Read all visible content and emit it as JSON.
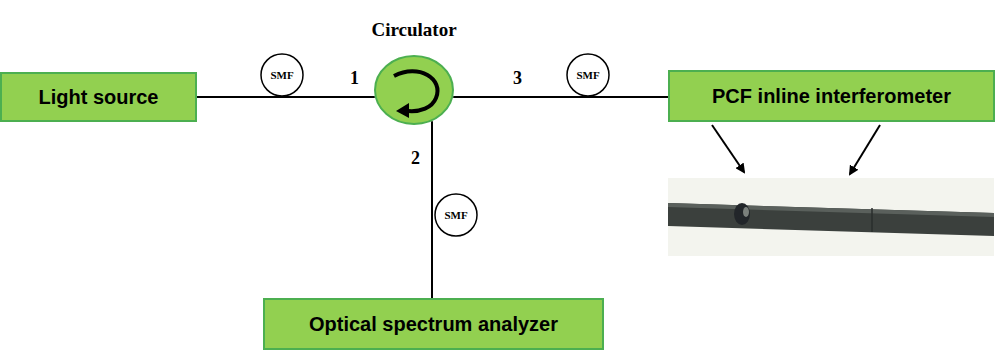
{
  "diagram": {
    "nodes": [
      {
        "text": [
          "Light source"
        ]
      },
      {
        "text": [
          "SMF"
        ]
      },
      {
        "text": [
          "Circulator"
        ]
      },
      {
        "text": [
          "SMF"
        ]
      },
      {
        "text": [
          "PCF inline interferometer"
        ]
      },
      {
        "text": [
          "SMF"
        ]
      },
      {
        "text": [
          "Optical spectrum analyzer"
        ]
      }
    ],
    "edges": [
      {
        "from": 0,
        "to": 2,
        "arrow": "none"
      },
      {
        "from": 2,
        "to": 4,
        "arrow": "none"
      },
      {
        "from": 2,
        "to": 6,
        "arrow": "none"
      }
    ],
    "labels": [
      "1",
      "3",
      "2"
    ]
  }
}
